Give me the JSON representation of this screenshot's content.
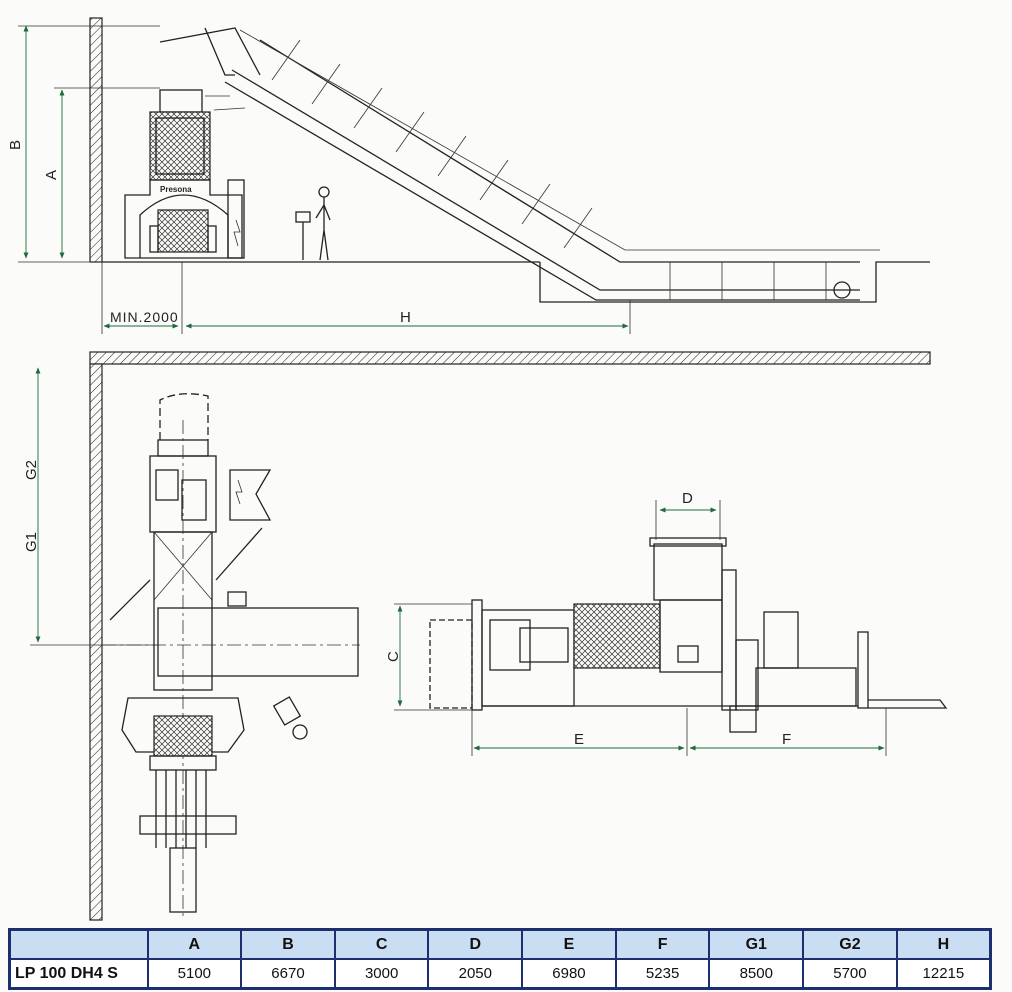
{
  "drawing": {
    "brand_logo": "Presona",
    "labels": {
      "dim_b": "B",
      "dim_a": "A",
      "dim_min": "MIN.2000",
      "dim_h": "H",
      "dim_g2": "G2",
      "dim_g1": "G1",
      "dim_d": "D",
      "dim_c": "C",
      "dim_e": "E",
      "dim_f": "F"
    }
  },
  "table": {
    "headers": [
      "",
      "A",
      "B",
      "C",
      "D",
      "E",
      "F",
      "G1",
      "G2",
      "H"
    ],
    "rows": [
      {
        "model": "LP 100 DH4 S",
        "values": [
          "5100",
          "6670",
          "3000",
          "2050",
          "6980",
          "5235",
          "8500",
          "5700",
          "12215"
        ]
      }
    ]
  },
  "colors": {
    "table_border": "#1c2f6e",
    "table_header_bg": "#c9def3",
    "dimension_line": "#1f6a3a",
    "line_art": "#222222"
  }
}
